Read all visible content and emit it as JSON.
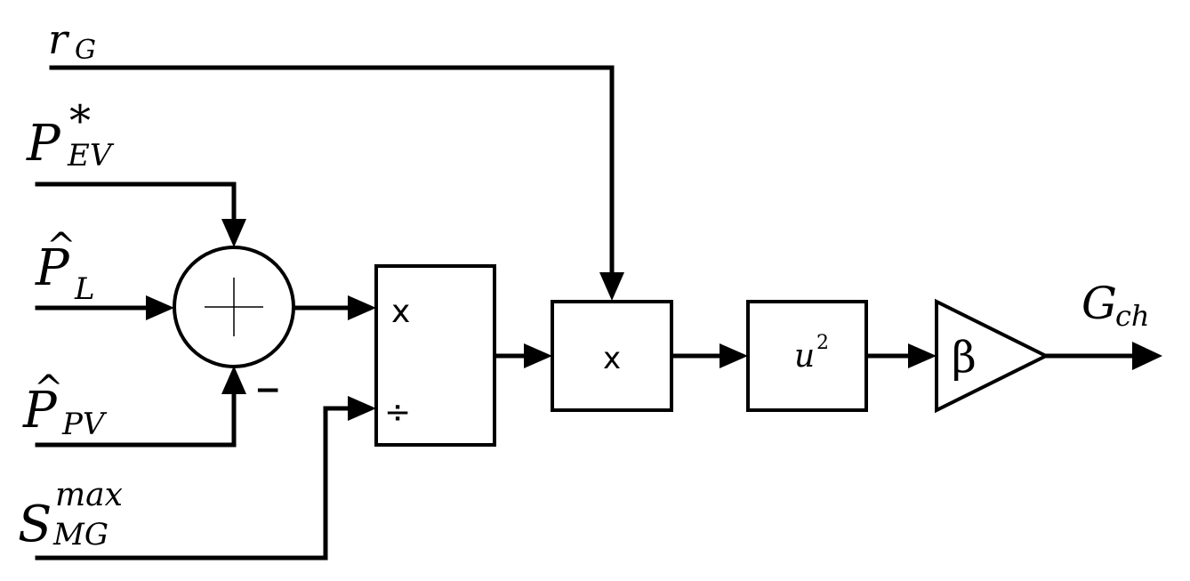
{
  "inputs": {
    "rg": {
      "main": "r",
      "sub": "G"
    },
    "pev": {
      "main": "P",
      "sup": "*",
      "sub": "EV"
    },
    "pl": {
      "main": "P",
      "hat": "^",
      "sub": "L"
    },
    "ppv": {
      "main": "P",
      "hat": "^",
      "sub": "PV"
    },
    "smg": {
      "main": "S",
      "sup": "max",
      "sub": "MG"
    }
  },
  "summer": {
    "minus_sign": "−"
  },
  "divider": {
    "numerator": "x",
    "denominator": "÷"
  },
  "multiplier": {
    "label": "x"
  },
  "square": {
    "base": "u",
    "exp": "2"
  },
  "gain": {
    "label": "β"
  },
  "output": {
    "main": "G",
    "sub": "ch"
  }
}
